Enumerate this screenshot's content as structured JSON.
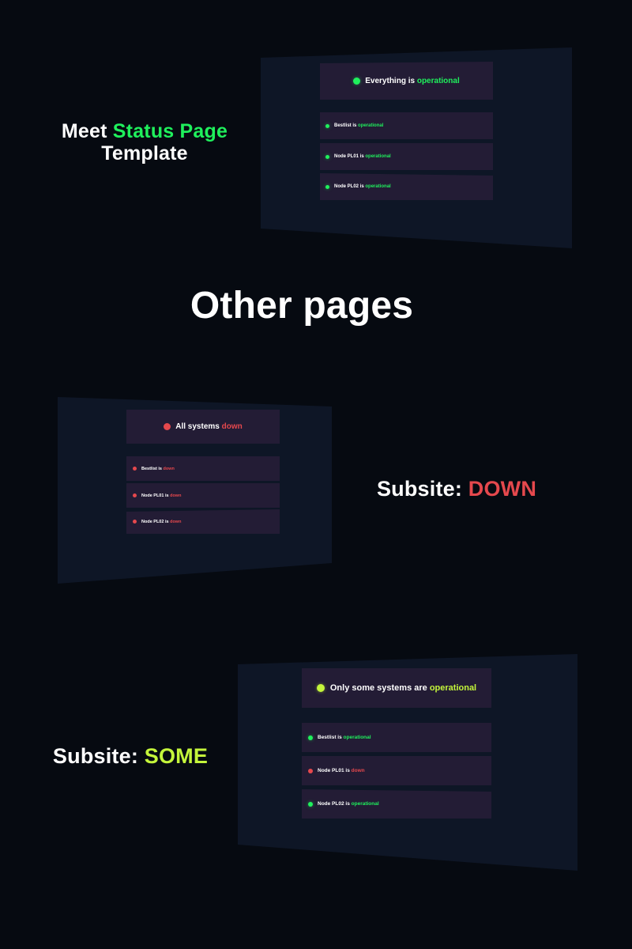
{
  "intro": {
    "word1": "Meet",
    "highlight": "Status Page",
    "line2": "Template"
  },
  "other_pages": "Other pages",
  "subsite_down": {
    "prefix": "Subsite:",
    "status": "DOWN"
  },
  "subsite_some": {
    "prefix": "Subsite:",
    "status": "SOME"
  },
  "colors": {
    "background": "#060a11",
    "panel": "#0e1626",
    "card": "#231c35",
    "operational": "#1ff05c",
    "down": "#e5484d",
    "some": "#c4f53b"
  },
  "panel_main": {
    "headline_prefix": "Everything is",
    "headline_status": "operational",
    "services": [
      {
        "name": "Bestlist is",
        "status": "operational"
      },
      {
        "name": "Node PL01 is",
        "status": "operational"
      },
      {
        "name": "Node PL02 is",
        "status": "operational"
      }
    ]
  },
  "panel_down": {
    "headline_prefix": "All systems",
    "headline_status": "down",
    "services": [
      {
        "name": "Bestlist is",
        "status": "down"
      },
      {
        "name": "Node PL01 is",
        "status": "down"
      },
      {
        "name": "Node PL02 is",
        "status": "down"
      }
    ]
  },
  "panel_some": {
    "headline_prefix": "Only some systems are",
    "headline_status": "operational",
    "services": [
      {
        "name": "Bestlist is",
        "status": "operational"
      },
      {
        "name": "Node PL01 is",
        "status": "down"
      },
      {
        "name": "Node PL02 is",
        "status": "operational"
      }
    ]
  }
}
